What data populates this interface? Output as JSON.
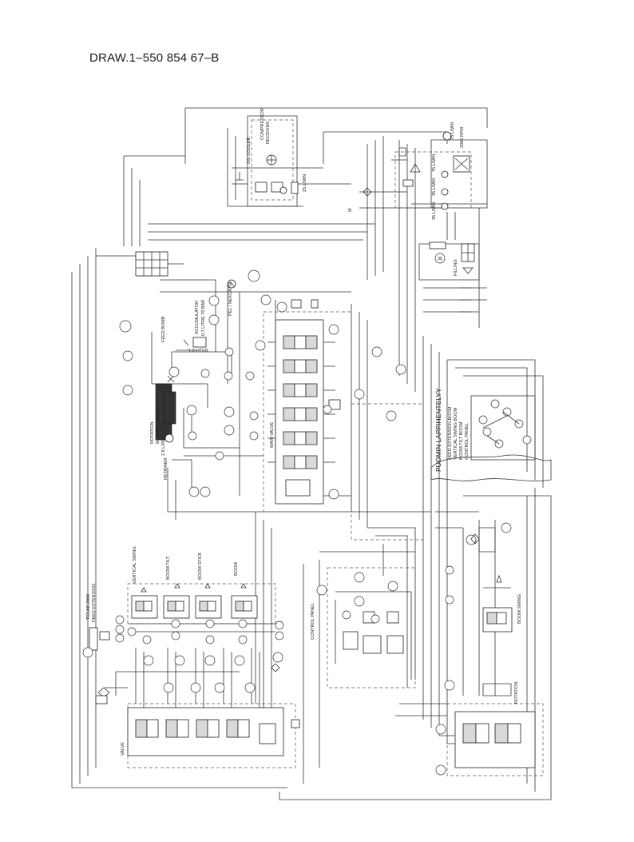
{
  "header": {
    "drawing_number": "DRAW.1–550 854 67–B"
  },
  "labels": {
    "oil_cooler": "OIL COOLER",
    "compressor": "COMPRESSOR",
    "receiver": "RECEIVER",
    "filling": "FILLING",
    "rpm": "2000 RPM",
    "puomin": "PUOMIN LAPPIHENTELYY",
    "main_valve": "MAIN VALVE",
    "retainer": "RETAINER",
    "vertical_swing": "VERTICAL SWING",
    "boom_tilt": "BOOM TILT",
    "boom_stick": "BOOM STICK",
    "boom": "BOOM",
    "feed_extension": "FEED EXTENSION",
    "control_panel": "CONTROL PANEL",
    "boom_swing": "BOOM SWING",
    "rotation": "ROTATION"
  }
}
